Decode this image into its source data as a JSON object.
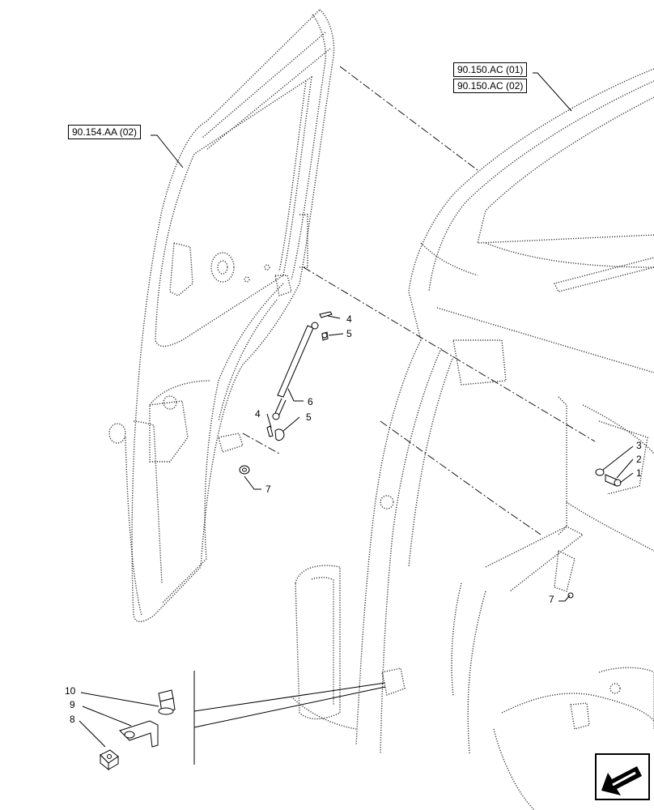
{
  "refs": {
    "door_ref": "90.154.AA (02)",
    "frame_ref_1": "90.150.AC (01)",
    "frame_ref_2": "90.150.AC (02)"
  },
  "callouts": {
    "c1": "1",
    "c2": "2",
    "c3": "3",
    "c4a": "4",
    "c4b": "4",
    "c5a": "5",
    "c5b": "5",
    "c6": "6",
    "c7a": "7",
    "c7b": "7",
    "c8": "8",
    "c9": "9",
    "c10": "10"
  },
  "nav": {
    "icon": "arrow-navigation-icon"
  }
}
